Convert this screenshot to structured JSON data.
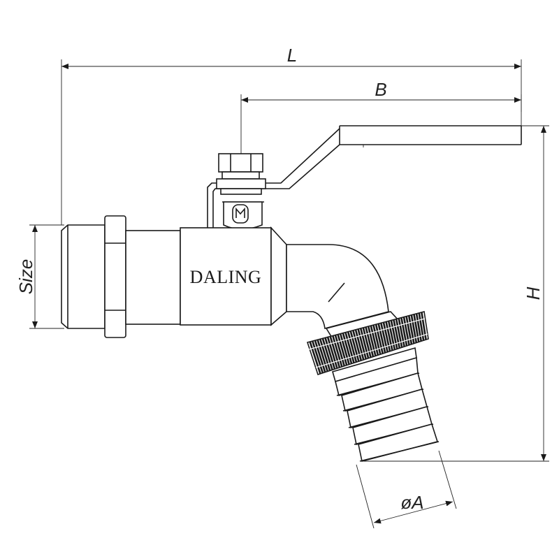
{
  "drawing": {
    "brand_label": "DALING",
    "dimensions": {
      "overall_length": "L",
      "lever_length": "B",
      "height": "H",
      "thread_size": "Size",
      "hose_diameter": "øA"
    }
  }
}
